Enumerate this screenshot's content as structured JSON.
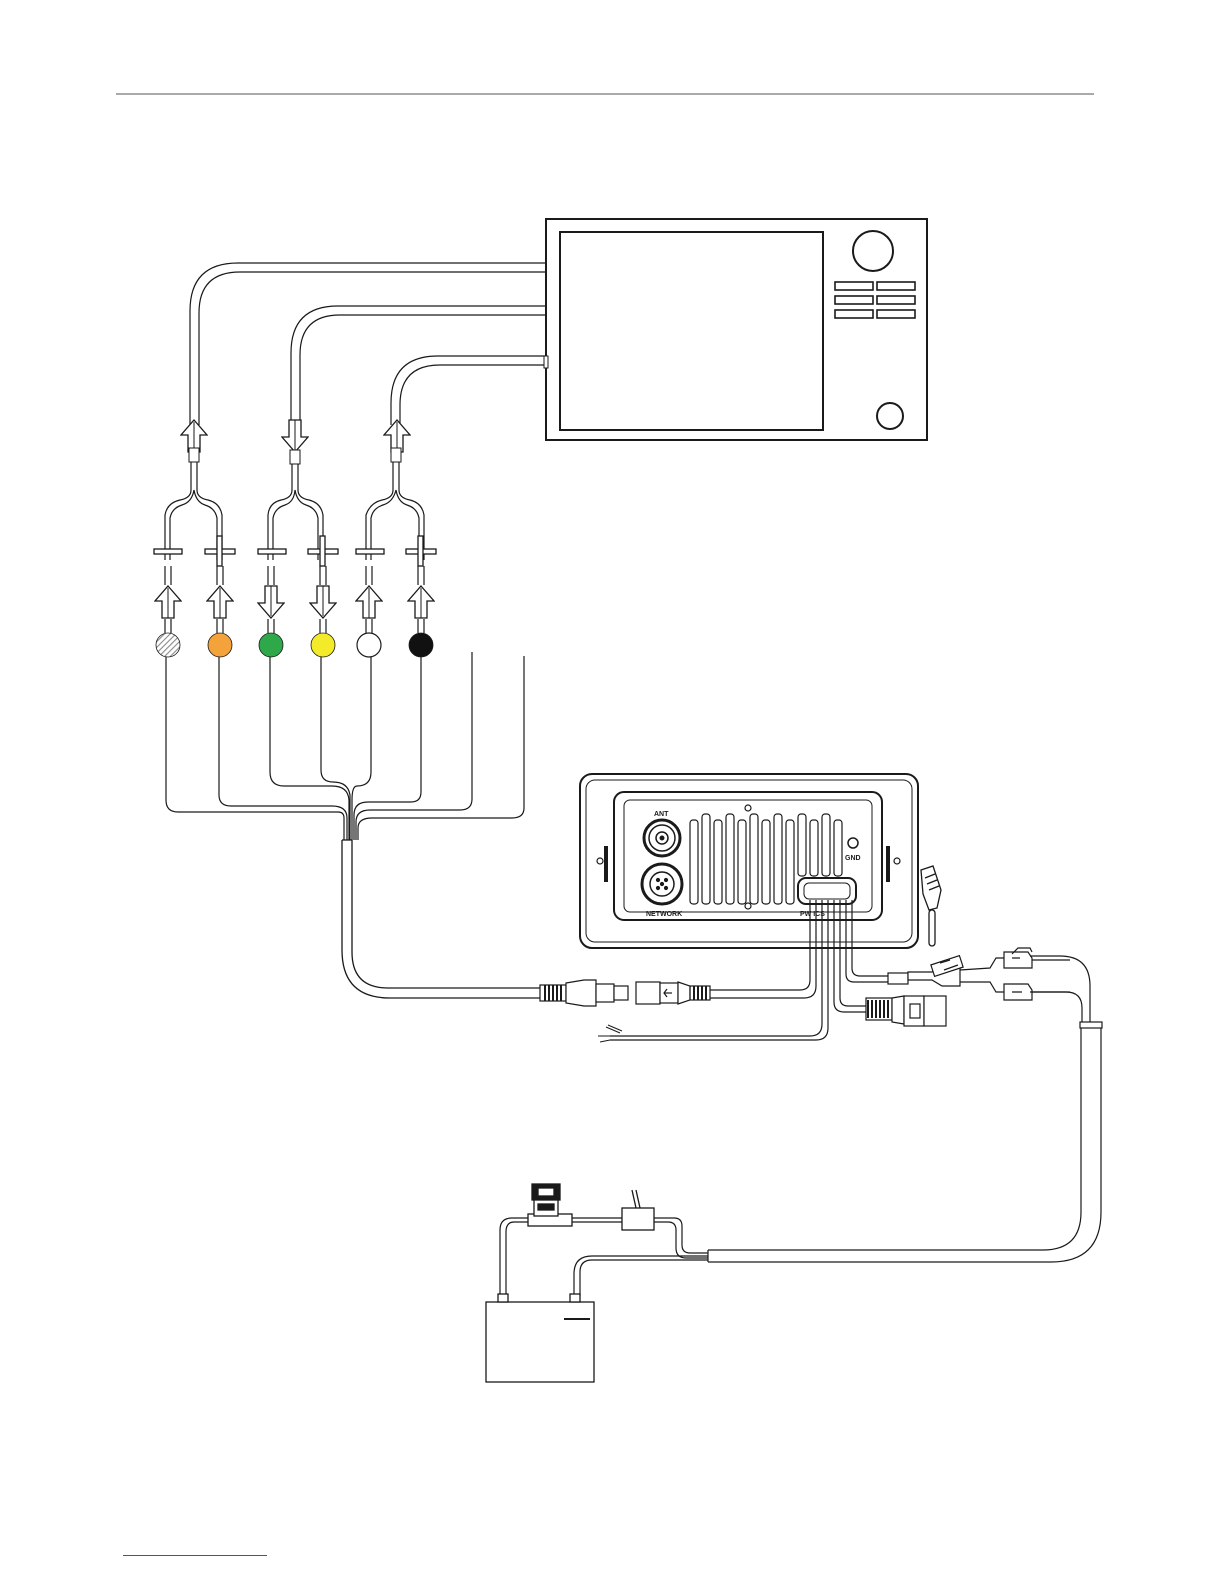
{
  "colors": {
    "line": "#1a1a1a",
    "rule": "#555555",
    "footer_link_rule": "#3b4bd8",
    "wire_shaded": "#8a8a8a",
    "wire_orange": "#f4a23a",
    "wire_green": "#2fa84a",
    "wire_yellow": "#f3ea2a",
    "wire_white": "#ffffff",
    "wire_black": "#111111"
  },
  "wire_colors": [
    {
      "name": "shaded",
      "color": "#8a8a8a",
      "polarity": "minus",
      "direction": "up"
    },
    {
      "name": "orange",
      "color": "#f4a23a",
      "polarity": "plus",
      "direction": "up"
    },
    {
      "name": "green",
      "color": "#2fa84a",
      "polarity": "minus",
      "direction": "down"
    },
    {
      "name": "yellow",
      "color": "#f3ea2a",
      "polarity": "plus",
      "direction": "down"
    },
    {
      "name": "white",
      "color": "#ffffff",
      "polarity": "minus",
      "direction": "up"
    },
    {
      "name": "black",
      "color": "#111111",
      "polarity": "plus",
      "direction": "up"
    }
  ],
  "vhf_radio": {
    "labels": {
      "antenna": "ANT",
      "ground": "GND",
      "network": "NETWORK",
      "power_nmea": "PW          ICS"
    }
  },
  "icons": {
    "chartplotter": "display-unit-icon",
    "battery": "battery-icon",
    "fuse": "fuse-holder-icon",
    "switch": "toggle-switch-icon"
  }
}
